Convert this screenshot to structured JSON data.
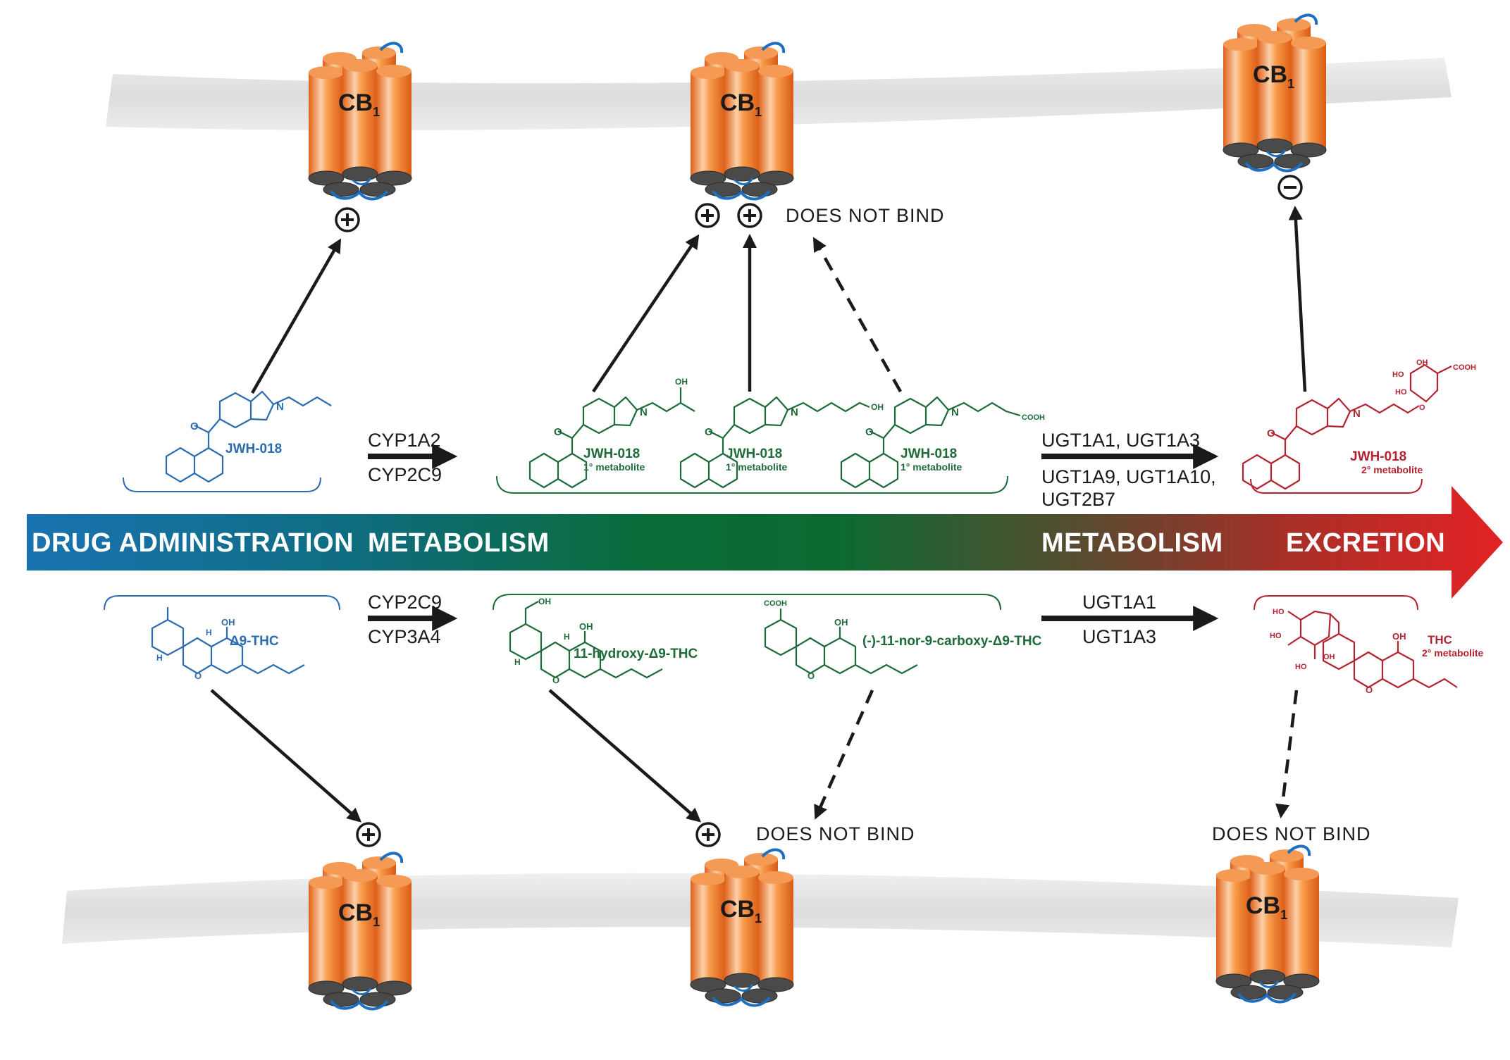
{
  "timeline": {
    "stages": [
      "DRUG ADMINISTRATION",
      "METABOLISM",
      "METABOLISM",
      "EXCRETION"
    ]
  },
  "receptor": {
    "label": "CB",
    "subscript": "1"
  },
  "top_row": {
    "parent": {
      "name": "JWH-018"
    },
    "phase1_enzymes": [
      "CYP1A2",
      "CYP2C9"
    ],
    "phase1_metabolites": [
      {
        "name": "JWH-018",
        "note": "1° metabolite",
        "substituent": "OH"
      },
      {
        "name": "JWH-018",
        "note": "1° metabolite",
        "substituent": "OH"
      },
      {
        "name": "JWH-018",
        "note": "1° metabolite",
        "substituent": "COOH"
      }
    ],
    "phase2_enzymes": [
      "UGT1A1, UGT1A3",
      "UGT1A9, UGT1A10,",
      "UGT2B7"
    ],
    "phase2_metabolite": {
      "name": "JWH-018",
      "note": "2° metabolite",
      "groups": [
        "HO",
        "HO",
        "COOH",
        "OH"
      ]
    },
    "effects": [
      "+",
      "+",
      "+",
      "−"
    ],
    "does_not_bind": "DOES NOT BIND"
  },
  "bottom_row": {
    "parent": {
      "name": "Δ9-THC",
      "groups": [
        "OH",
        "H",
        "H"
      ]
    },
    "phase1_enzymes": [
      "CYP2C9",
      "CYP3A4"
    ],
    "phase1_metabolites": [
      {
        "name": "11-hydroxy-Δ9-THC",
        "groups": [
          "OH",
          "OH",
          "H",
          "H"
        ]
      },
      {
        "name": "(-)-11-nor-9-carboxy-Δ9-THC",
        "groups": [
          "COOH",
          "OH"
        ]
      }
    ],
    "phase2_enzymes": [
      "UGT1A1",
      "UGT1A3"
    ],
    "phase2_metabolite": {
      "name": "THC",
      "note": "2° metabolite",
      "groups": [
        "HO",
        "HO",
        "HO",
        "OH",
        "OH"
      ]
    },
    "effects": [
      "+",
      "+"
    ],
    "does_not_bind": [
      "DOES NOT BIND",
      "DOES NOT BIND"
    ]
  },
  "colors": {
    "blue": "#2b6cb0",
    "green": "#1e6b3a",
    "red": "#b32330",
    "arrow_start": "#1a72b0",
    "arrow_mid": "#0a6b38",
    "arrow_end": "#e32224",
    "cylinder": "#f07a20",
    "membrane": "#e3e3e3"
  }
}
